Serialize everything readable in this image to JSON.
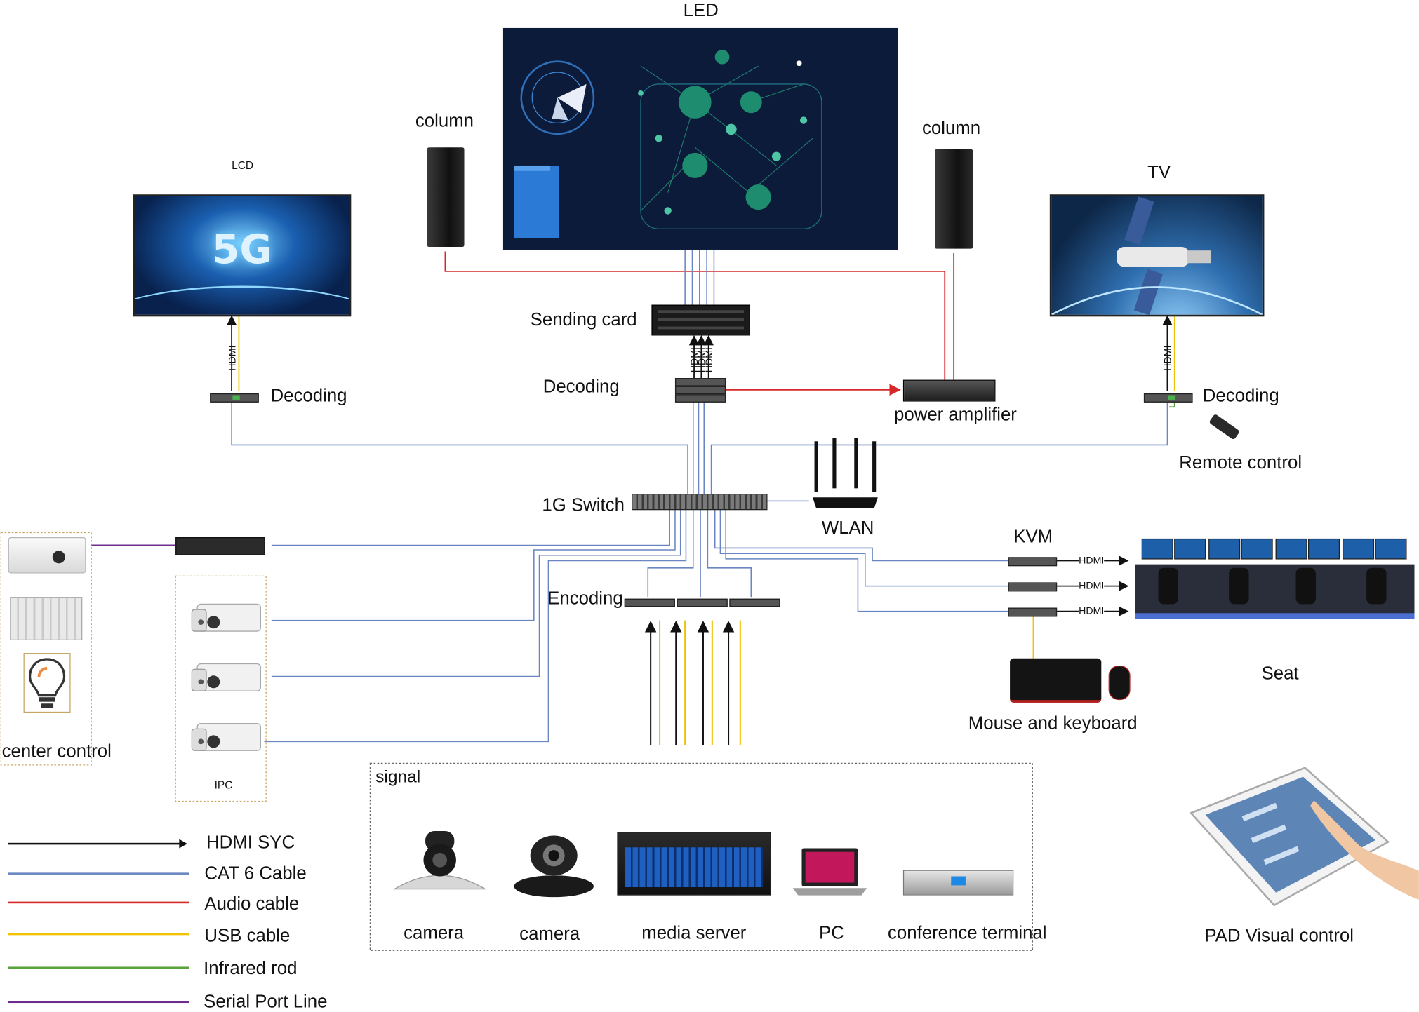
{
  "labels": {
    "led": "LED",
    "lcd": "LCD",
    "tv": "TV",
    "column_left": "column",
    "column_right": "column",
    "sending_card": "Sending card",
    "decoding_center": "Decoding",
    "decoding_left": "Decoding",
    "decoding_right": "Decoding",
    "power_amplifier": "power amplifier",
    "remote_control": "Remote control",
    "switch": "1G Switch",
    "wlan": "WLAN",
    "kvm": "KVM",
    "encoding": "Encoding",
    "seat": "Seat",
    "mouse_keyboard": "Mouse and keyboard",
    "center_control": "center control",
    "ipc": "IPC",
    "signal": "signal",
    "pad": "PAD  Visual control",
    "hdmi": "HDMI",
    "fiveg": "5G"
  },
  "signal_devices": [
    "camera",
    "camera",
    "media server",
    "PC",
    "conference terminal"
  ],
  "legend": [
    {
      "label": "HDMI SYC",
      "color": "#111111",
      "arrow": true
    },
    {
      "label": "CAT 6 Cable",
      "color": "#6a86c2",
      "arrow": false
    },
    {
      "label": "Audio cable",
      "color": "#d62828",
      "arrow": false
    },
    {
      "label": "USB cable",
      "color": "#f2c200",
      "arrow": false
    },
    {
      "label": "Infrared rod",
      "color": "#5aa33a",
      "arrow": false
    },
    {
      "label": "Serial Port Line",
      "color": "#6b2d8e",
      "arrow": false
    }
  ],
  "colors": {
    "hdmi": "#111111",
    "cat6": "#6a86c2",
    "audio": "#d62828",
    "usb": "#f2c200",
    "infrared": "#5aa33a",
    "serial": "#6b2d8e",
    "led_bg": "#0c1b3a"
  },
  "icons": [
    "led-wall-icon",
    "lcd-screen-icon",
    "tv-screen-icon",
    "speaker-column-icon",
    "sending-card-icon",
    "decoder-icon",
    "power-amplifier-icon",
    "remote-control-icon",
    "switch-icon",
    "router-icon",
    "kvm-icon",
    "encoder-icon",
    "console-seat-icon",
    "keyboard-icon",
    "mouse-icon",
    "projector-icon",
    "curtain-icon",
    "bulb-icon",
    "serial-controller-icon",
    "ip-camera-icon",
    "ptz-camera-icon",
    "conference-camera-icon",
    "media-server-icon",
    "laptop-icon",
    "conference-terminal-icon",
    "tablet-icon"
  ]
}
